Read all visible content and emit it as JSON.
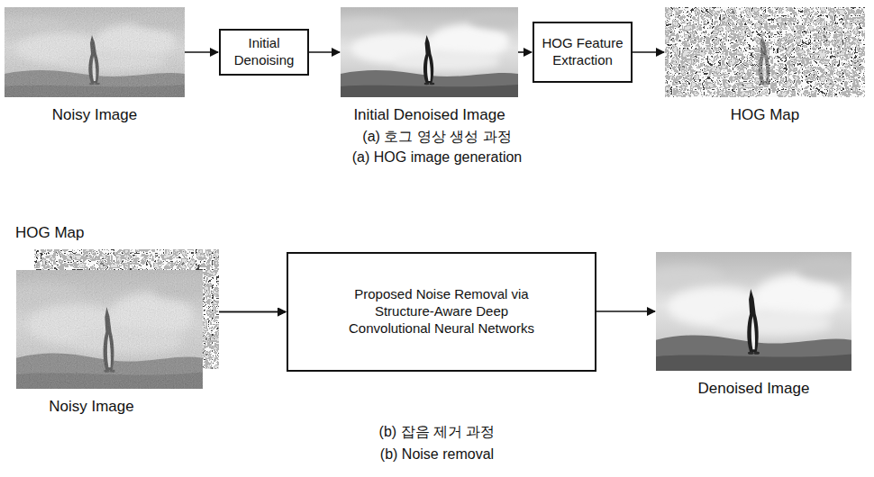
{
  "diagram": {
    "nodes": [
      {
        "text": [
          "Noisy Image"
        ]
      },
      {
        "text": [
          "Initial Denoising"
        ]
      },
      {
        "text": [
          "Initial Denoised Image"
        ]
      },
      {
        "text": [
          "HOG Feature Extraction"
        ]
      },
      {
        "text": [
          "HOG Map"
        ]
      },
      {
        "text": [
          "HOG Map"
        ]
      },
      {
        "text": [
          "Noisy Image"
        ]
      },
      {
        "text": [
          "Proposed Noise Removal via Structure-Aware Deep Convolutional Neural Networks"
        ]
      },
      {
        "text": [
          "Denoised Image"
        ]
      }
    ],
    "edges": [
      {
        "from": 0,
        "to": 1,
        "arrow": "to"
      },
      {
        "from": 1,
        "to": 2,
        "arrow": "to"
      },
      {
        "from": 2,
        "to": 3,
        "arrow": "to"
      },
      {
        "from": 3,
        "to": 4,
        "arrow": "to"
      },
      {
        "from": 5,
        "to": 7,
        "arrow": "to"
      },
      {
        "from": 6,
        "to": 7,
        "arrow": "to"
      },
      {
        "from": 7,
        "to": 8,
        "arrow": "to"
      }
    ],
    "labels": [
      "(a) 호그 영상 생성 과정",
      "(a) HOG image generation",
      "(b) 잡음 제거 과정",
      "(b) Noise removal"
    ]
  }
}
